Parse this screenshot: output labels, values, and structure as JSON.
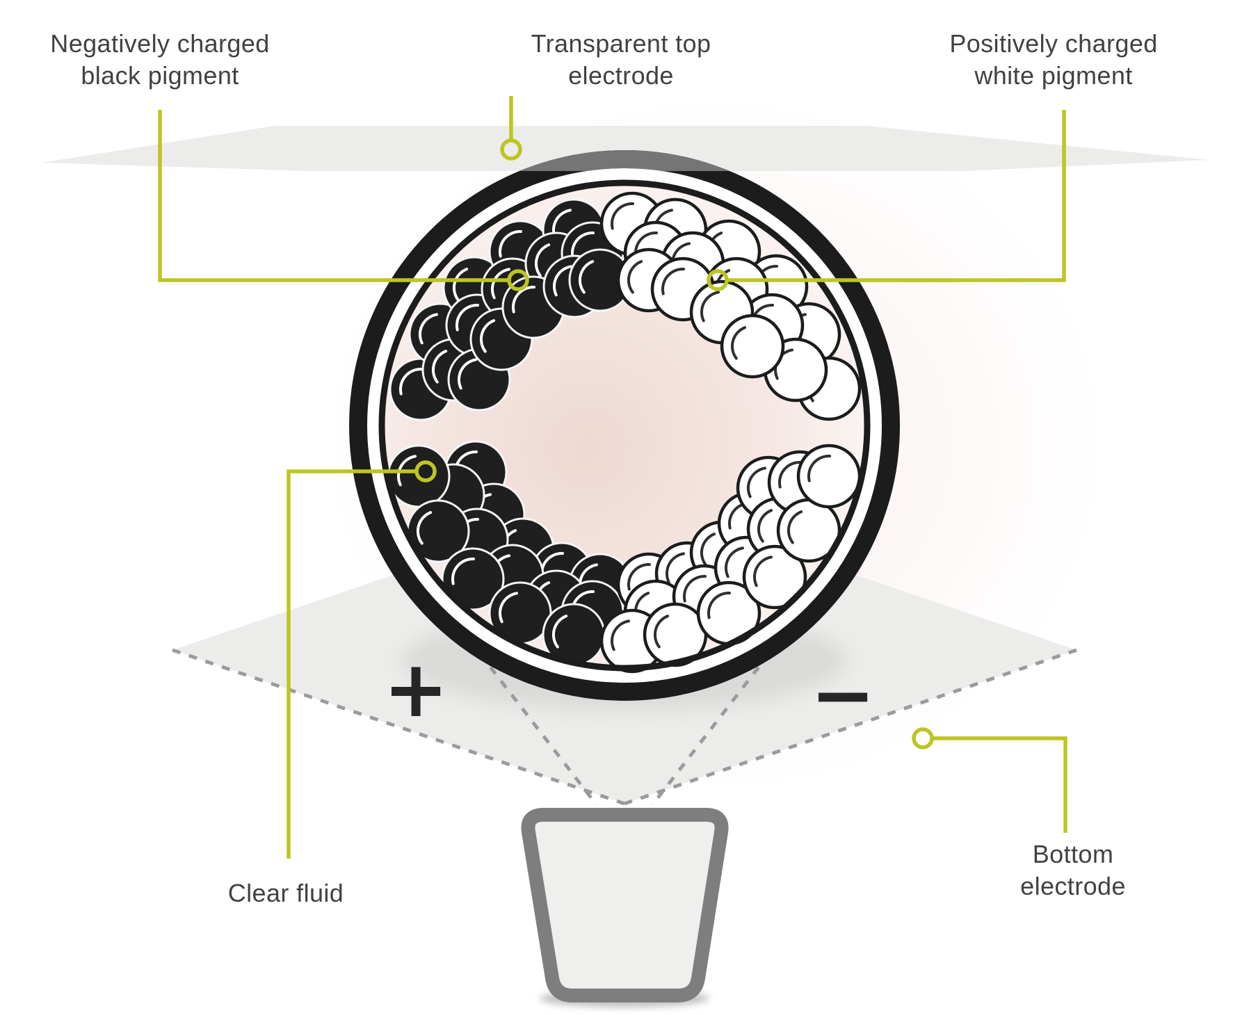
{
  "callouts": {
    "black_pigment": {
      "line1": "Negatively charged",
      "line2": "black pigment"
    },
    "top_electrode": {
      "line1": "Transparent top",
      "line2": "electrode"
    },
    "white_pigment": {
      "line1": "Positively charged",
      "line2": "white pigment"
    },
    "clear_fluid": {
      "line1": "Clear fluid"
    },
    "bottom_electrode": {
      "line1": "Bottom",
      "line2": "electrode"
    }
  },
  "signs": {
    "positive": "+",
    "negative": "−"
  },
  "colors": {
    "callout_line": "#bdc522",
    "label_text": "#414141",
    "black_pigment": "#1f1f1f",
    "white_pigment": "#ffffff",
    "pigment_outline": "#1c1c1c",
    "fluid_pink": "#eed8d2",
    "electrode_gray": "#ececea",
    "device_gray": "#7e7e7e",
    "dashed_line_gray": "#9b9b9b",
    "arc_behind_plane_gray": "#757575"
  }
}
